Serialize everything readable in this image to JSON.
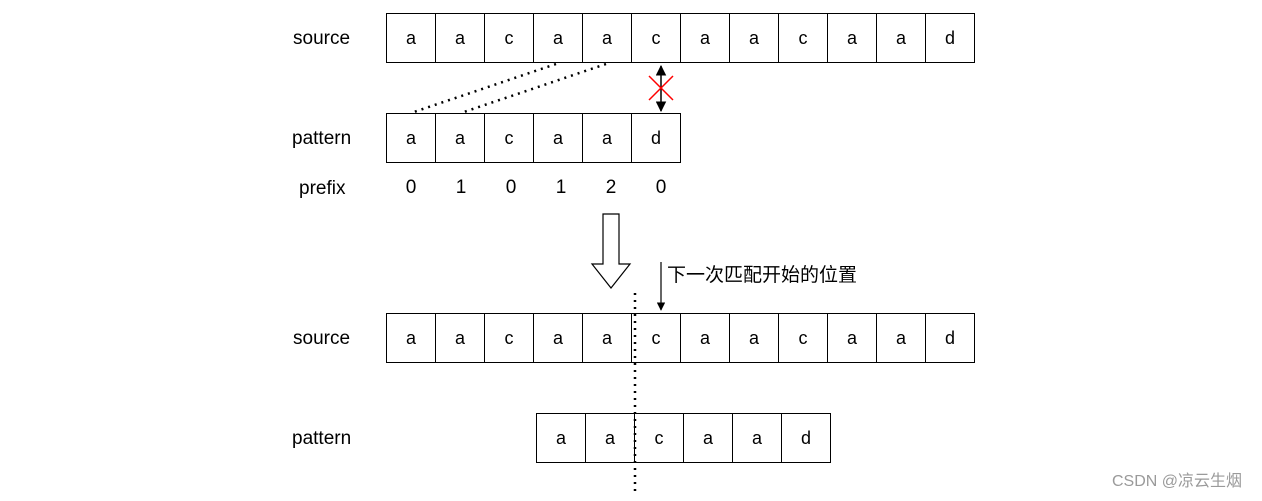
{
  "step1": {
    "source_label": "source",
    "source_chars": [
      "a",
      "a",
      "c",
      "a",
      "a",
      "c",
      "a",
      "a",
      "c",
      "a",
      "a",
      "d"
    ],
    "pattern_label": "pattern",
    "pattern_chars": [
      "a",
      "a",
      "c",
      "a",
      "a",
      "d"
    ],
    "prefix_label": "prefix",
    "prefix_values": [
      "0",
      "1",
      "0",
      "1",
      "2",
      "0"
    ]
  },
  "step2": {
    "annotation": "下一次匹配开始的位置",
    "source_label": "source",
    "source_chars": [
      "a",
      "a",
      "c",
      "a",
      "a",
      "c",
      "a",
      "a",
      "c",
      "a",
      "a",
      "d"
    ],
    "pattern_label": "pattern",
    "pattern_chars": [
      "a",
      "a",
      "c",
      "a",
      "a",
      "d"
    ]
  },
  "watermark": "CSDN @凉云生烟",
  "colors": {
    "mismatch": "#ff0000",
    "stroke": "#000000",
    "watermark": "#9a9a9a"
  }
}
